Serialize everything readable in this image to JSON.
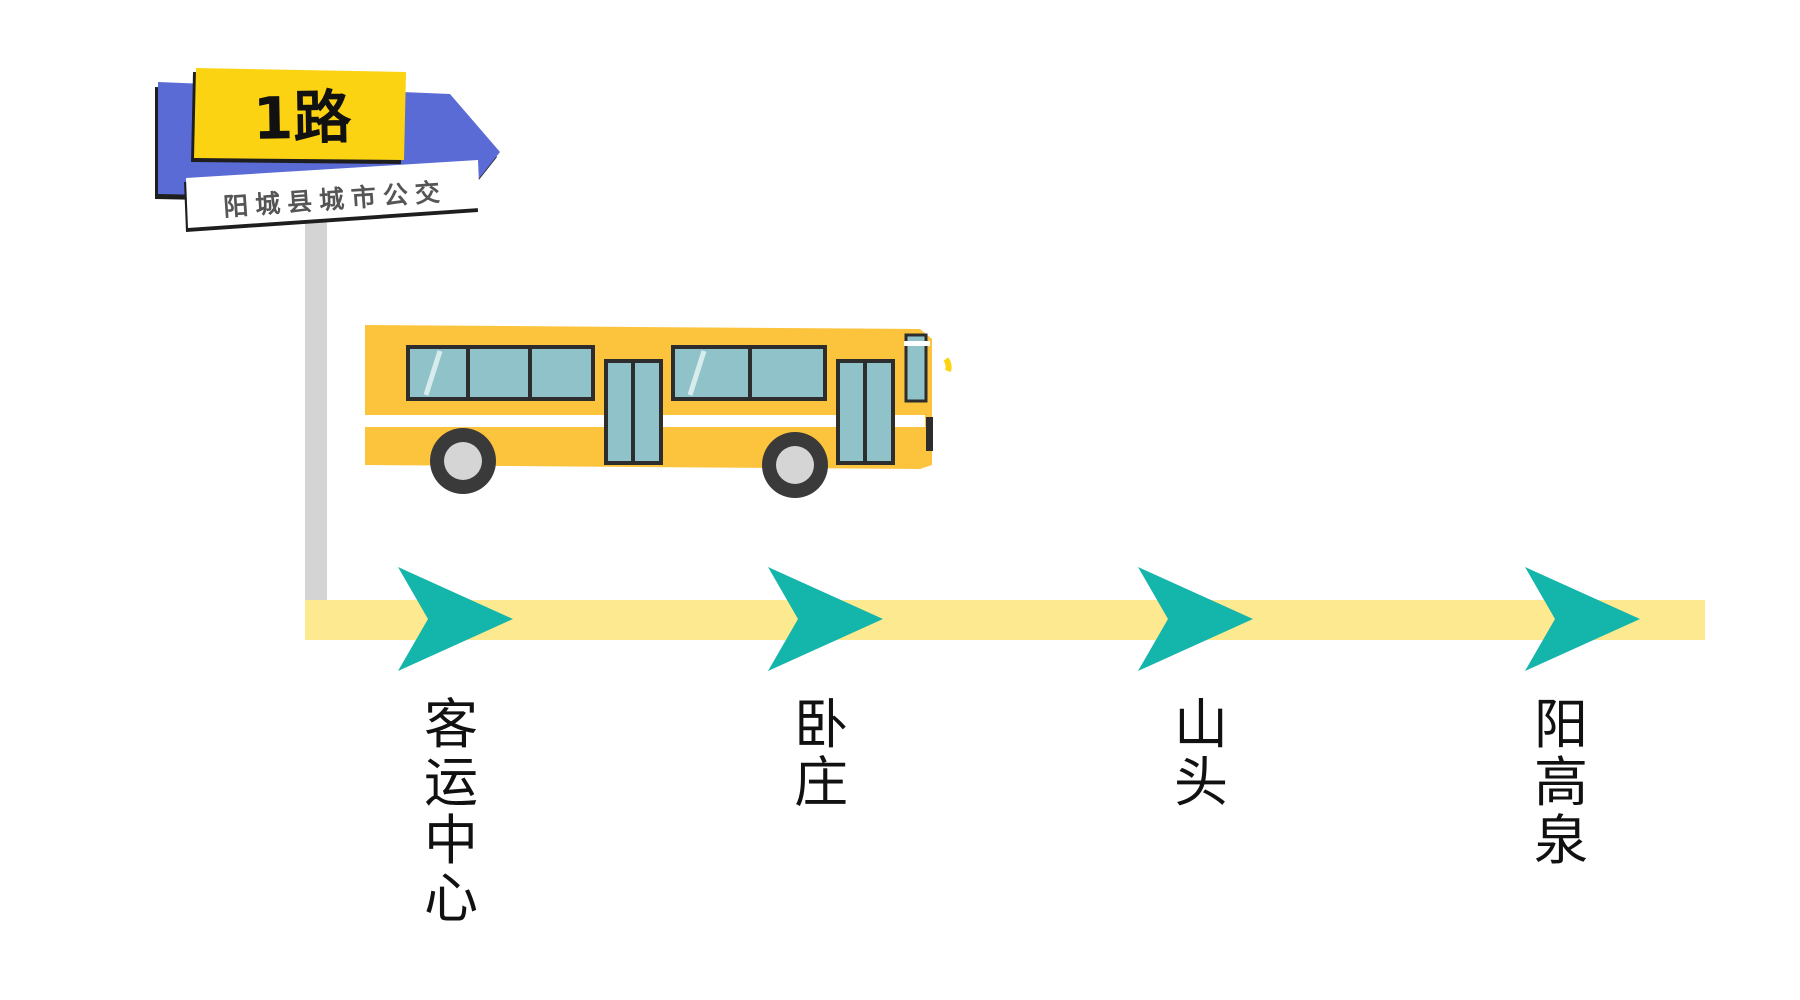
{
  "sign": {
    "route_number": "1路",
    "company": "阳城县城市公交"
  },
  "colors": {
    "sign_blue": "#5b6bd6",
    "sign_yellow": "#fcd313",
    "route_line": "#fde98f",
    "arrow": "#14b5aa",
    "bus_body": "#fcc43c",
    "bus_window": "#8fc3c9",
    "pole": "#d4d4d4"
  },
  "stops": [
    {
      "name": "客运中心"
    },
    {
      "name": "卧庄"
    },
    {
      "name": "山头"
    },
    {
      "name": "阳高泉"
    }
  ],
  "icons": [
    "bus-icon",
    "signpost-icon",
    "direction-arrow-icon"
  ]
}
